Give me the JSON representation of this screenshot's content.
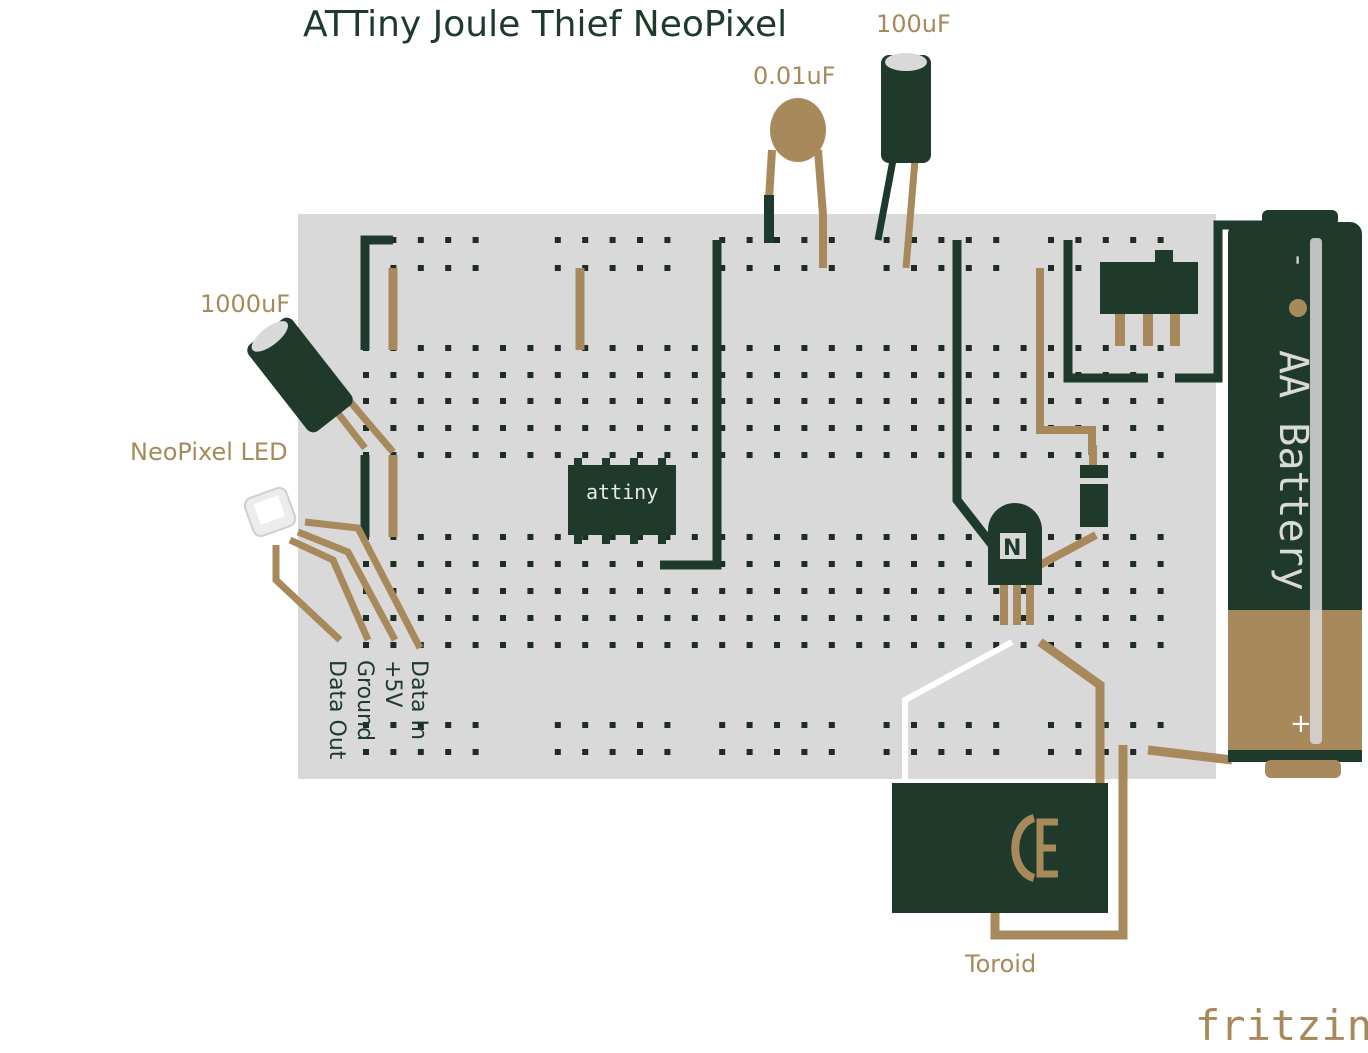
{
  "title": "ATTiny Joule Thief NeoPixel",
  "labels": {
    "cap_100uf": "100uF",
    "cap_001uf": "0.01uF",
    "cap_1000uf": "1000uF",
    "neopixel": "NeoPixel LED",
    "chip": "attiny",
    "transistor": "N",
    "toroid": "Toroid",
    "battery": "AA Battery",
    "battery_minus": "-",
    "battery_plus": "+",
    "brand": "fritzing"
  },
  "pins": [
    "Data In",
    "+5V",
    "Ground",
    "Data Out"
  ],
  "colors": {
    "board": "#d9d9d9",
    "hole": "#1e2d24",
    "wire_dark": "#1e3a2c",
    "wire_tan": "#a8895c",
    "component": "#1f3a2b",
    "label": "#a8895c",
    "title": "#1e3a2c",
    "white_wire": "#ffffff"
  }
}
